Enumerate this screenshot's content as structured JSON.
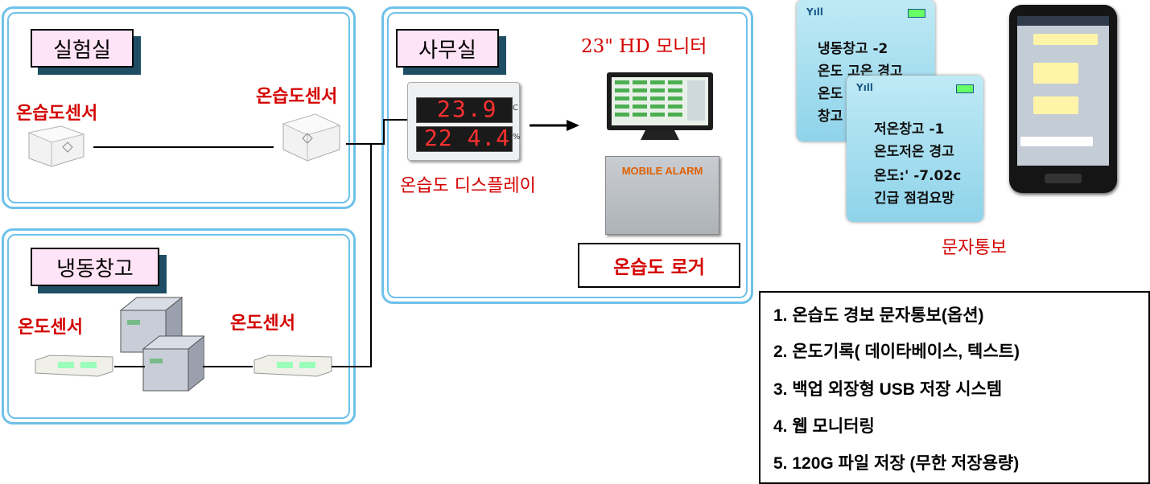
{
  "rooms": {
    "lab": "실험실",
    "freezer": "냉동창고",
    "office": "사무실"
  },
  "labels": {
    "lab_sensor_left": "온습도센서",
    "lab_sensor_right": "온습도센서",
    "freezer_sensor_left": "온도센서",
    "freezer_sensor_right": "온도센서",
    "monitor": "23\" HD 모니터",
    "display": "온습도 디스플레이",
    "logger": "온습도 로거",
    "logger_panel": "MOBILE ALARM",
    "sms": "문자통보"
  },
  "display_readings": {
    "temp": "23.9",
    "temp_unit": "C",
    "humidity": "22 4.4",
    "humidity_unit": "%"
  },
  "phone_message_back": [
    "냉동창고 -2",
    "온도 고온 경고",
    "온도",
    "창고"
  ],
  "phone_message_front": [
    "저온창고 -1",
    "온도저온 경고",
    "온도:'  -7.02c",
    "긴급 점검요망"
  ],
  "features": [
    "1. 온습도 경보 문자통보(옵션)",
    "2. 온도기록( 데이타베이스, 텍스트)",
    "3. 백업 외장형 USB 저장 시스템",
    "4. 웹 모니터링",
    "5. 120G 파일 저장 (무한 저장용량)"
  ]
}
